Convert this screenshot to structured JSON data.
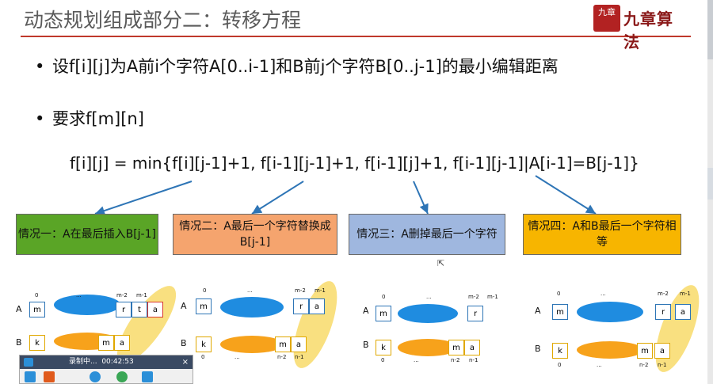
{
  "slide": {
    "title": "动态规划组成部分二：转移方程",
    "logo_seal": "九章",
    "logo_text": "九章算法",
    "accent_color": "#c0392b"
  },
  "bullets": [
    "设f[i][j]为A前i个字符A[0..i-1]和B前j个字符B[0..j-1]的最小编辑距离",
    "要求f[m][n]"
  ],
  "formula": "f[i][j] = min{f[i][j-1]+1, f[i-1][j-1]+1, f[i-1][j]+1, f[i-1][j-1]|A[i-1]=B[j-1]}",
  "cases": [
    {
      "label": "情况一：A在最后插入B[j-1]",
      "color": "#5aa526"
    },
    {
      "label": "情况二：A最后一个字符替换成B[j-1]",
      "color": "#f5a46e"
    },
    {
      "label": "情况三：A删掉最后一个字符",
      "color": "#9fb7df"
    },
    {
      "label": "情况四：A和B最后一个字符相等",
      "color": "#f7b500"
    }
  ],
  "diagrams": [
    {
      "row_a": "A",
      "row_b": "B",
      "top_idx": [
        "0",
        "...",
        "m-2",
        "m-1"
      ],
      "a_cells": [
        "m",
        "r",
        "t",
        "a"
      ],
      "b_cells": [
        "k",
        "m",
        "a"
      ],
      "bottom_idx": []
    },
    {
      "row_a": "A",
      "row_b": "B",
      "top_idx": [
        "0",
        "...",
        "m-2",
        "m-1"
      ],
      "a_cells": [
        "m",
        "r",
        "a"
      ],
      "b_cells": [
        "k",
        "m",
        "a"
      ],
      "bottom_idx": [
        "0",
        "...",
        "n-2",
        "n-1"
      ]
    },
    {
      "row_a": "A",
      "row_b": "B",
      "top_idx": [
        "0",
        "...",
        "m-2",
        "m-1"
      ],
      "a_cells": [
        "m",
        "r"
      ],
      "b_cells": [
        "k",
        "m",
        "a"
      ],
      "bottom_idx": [
        "0",
        "...",
        "n-2",
        "n-1"
      ]
    },
    {
      "row_a": "A",
      "row_b": "B",
      "top_idx": [
        "0",
        "...",
        "m-2",
        "m-1"
      ],
      "a_cells": [
        "m",
        "r",
        "a"
      ],
      "b_cells": [
        "k",
        "m",
        "a"
      ],
      "bottom_idx": [
        "0",
        "...",
        "n-2",
        "n-1"
      ]
    }
  ],
  "recorder": {
    "status": "录制中...",
    "time": "00:42:53",
    "close": "×"
  }
}
